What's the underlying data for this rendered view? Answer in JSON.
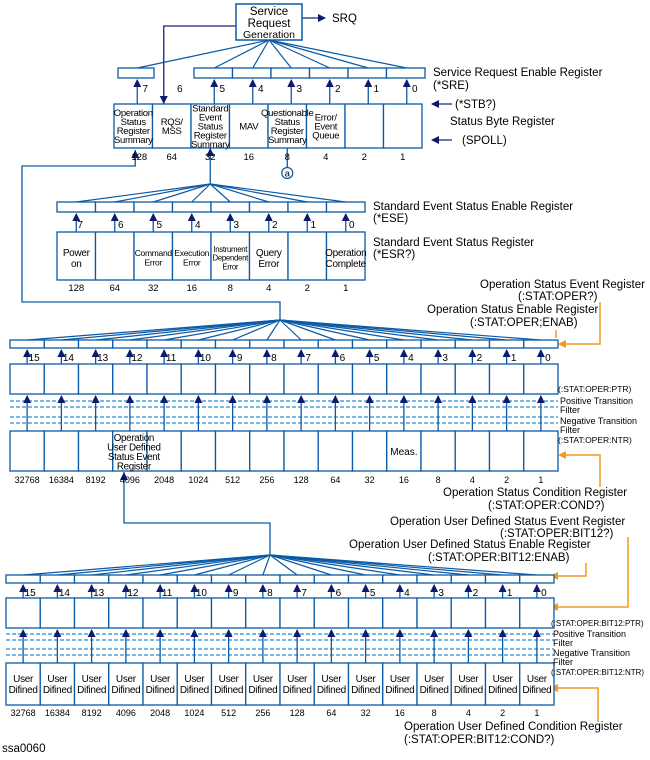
{
  "srq_generation": {
    "line1": "Service",
    "line2": "Request",
    "line3": "Generation",
    "srq": "SRQ"
  },
  "sre": {
    "title": "Service Request Enable Register",
    "cmd": "(*SRE)",
    "bits": [
      "7",
      "6",
      "5",
      "4",
      "3",
      "2",
      "1",
      "0"
    ]
  },
  "stb": {
    "title": "Status Byte Register",
    "stb_cmd": "(*STB?)",
    "spoll": "(SPOLL)",
    "cells": [
      [
        "Operation",
        "Status",
        "Register",
        "Summary"
      ],
      [
        "RQS/",
        "MSS"
      ],
      [
        "Standard",
        "Event",
        "Status",
        "Register",
        "Summary"
      ],
      [
        "MAV"
      ],
      [
        "Questionable",
        "Status",
        "Register",
        "Summary"
      ],
      [
        "Error/",
        "Event",
        "Queue"
      ],
      [],
      []
    ],
    "weights": [
      "128",
      "64",
      "32",
      "16",
      "8",
      "4",
      "2",
      "1"
    ],
    "marker": "a"
  },
  "ese": {
    "title": "Standard Event Status Enable Register",
    "cmd": "(*ESE)",
    "bits": [
      "7",
      "6",
      "5",
      "4",
      "3",
      "2",
      "1",
      "0"
    ]
  },
  "esr": {
    "title": "Standard Event Status Register",
    "cmd": "(*ESR?)",
    "cells": [
      [
        "Power",
        "on"
      ],
      [],
      [
        "Command",
        "Error"
      ],
      [
        "Execution",
        "Error"
      ],
      [
        "Instrument",
        "Dependent",
        "Error"
      ],
      [
        "Query",
        "Error"
      ],
      [],
      [
        "Operation",
        "Complete"
      ]
    ],
    "weights": [
      "128",
      "64",
      "32",
      "16",
      "8",
      "4",
      "2",
      "1"
    ]
  },
  "oper": {
    "event_title": "Operation Status Event Register",
    "event_cmd": "(:STAT:OPER?)",
    "enable_title": "Operation Status Enable Register",
    "enable_cmd": "(:STAT:OPER;ENAB)",
    "ptr": "(:STAT:OPER:PTR)",
    "pos_filter": [
      "Positive Transition",
      "Filter"
    ],
    "neg_filter": [
      "Negative Transition",
      "Filter"
    ],
    "ntr": "(:STAT:OPER:NTR)",
    "cond_title": "Operation Status Condition Register",
    "cond_cmd": "(:STAT:OPER:COND?)",
    "bits": [
      "15",
      "14",
      "13",
      "12",
      "11",
      "10",
      "9",
      "8",
      "7",
      "6",
      "5",
      "4",
      "3",
      "2",
      "1",
      "0"
    ],
    "user_label": [
      "Operation",
      "User Defined",
      "Status Event",
      "Register"
    ],
    "meas_label": "Meas.",
    "weights": [
      "32768",
      "16384",
      "8192",
      "4096",
      "2048",
      "1024",
      "512",
      "256",
      "128",
      "64",
      "32",
      "16",
      "8",
      "4",
      "2",
      "1"
    ]
  },
  "bit12": {
    "event_title": "Operation User Defined Status Event Register",
    "event_cmd": "(:STAT:OPER:BIT12?)",
    "enable_title": "Operation User Defined Status Enable Register",
    "enable_cmd": "(:STAT:OPER:BIT12:ENAB)",
    "ptr": "(:STAT:OPER:BIT12:PTR)",
    "pos_filter": [
      "Positive Transition",
      "Filter"
    ],
    "neg_filter": [
      "Negative Transition",
      "Filter"
    ],
    "ntr": "(:STAT:OPER:BIT12:NTR)",
    "cond_title": "Operation User Defined Condition Register",
    "cond_cmd": "(:STAT:OPER:BIT12:COND?)",
    "bits": [
      "15",
      "14",
      "13",
      "12",
      "11",
      "10",
      "9",
      "8",
      "7",
      "6",
      "5",
      "4",
      "3",
      "2",
      "1",
      "0"
    ],
    "cell_label": [
      "User",
      "Difined"
    ],
    "weights": [
      "32768",
      "16384",
      "8192",
      "4096",
      "2048",
      "1024",
      "512",
      "256",
      "128",
      "64",
      "32",
      "16",
      "8",
      "4",
      "2",
      "1"
    ]
  },
  "footer": "ssa0060",
  "colors": {
    "line": "#0a5aa6",
    "dark_line": "#1a237e",
    "arrow": "#0d1a6e",
    "orange": "#f39a1e",
    "dashed": "#2b8fd6",
    "text": "#000000"
  }
}
